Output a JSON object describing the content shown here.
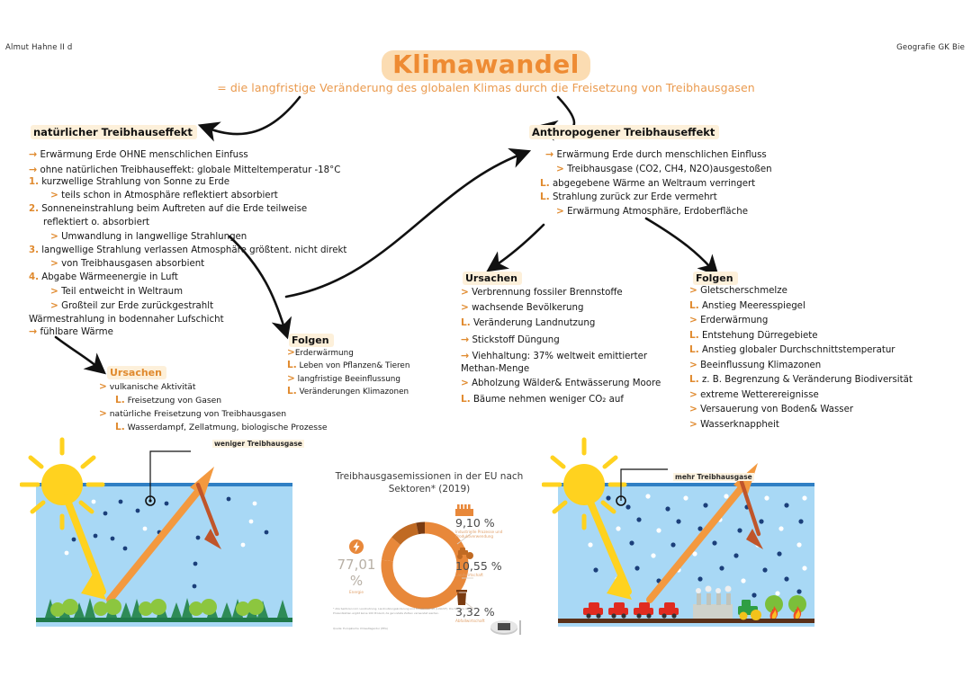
{
  "header": {
    "left": "Almut Hahne II d",
    "right": "Geografie GK Bie"
  },
  "title": "Klimawandel",
  "subtitle": "= die langfristige Veränderung des globalen Klimas durch die Freisetzung von Treibhausgasen",
  "natural": {
    "heading": "natürlicher Treibhauseffekt",
    "lines": [
      {
        "marker": "→",
        "text": "Erwärmung Erde OHNE menschlichen Einfuss",
        "indent": 0
      },
      {
        "marker": "→",
        "text": "ohne natürlichen Treibhauseffekt: globale Mitteltemperatur -18°C",
        "indent": 0
      },
      {
        "marker": "1.",
        "text": "kurzwellige Strahlung von Sonne zu Erde",
        "indent": 0
      },
      {
        "marker": ">",
        "text": "teils schon in Atmosphäre reflektiert absorbiert",
        "indent": 1
      },
      {
        "marker": "2.",
        "text": "Sonneneinstrahlung beim Auftreten auf die Erde teilweise",
        "indent": 0
      },
      {
        "marker": "",
        "text": "reflektiert o. absorbiert",
        "indent": 1
      },
      {
        "marker": ">",
        "text": "Umwandlung in langwellige Strahlungen",
        "indent": 1
      },
      {
        "marker": "3.",
        "text": "langwellige Strahlung verlassen Atmosphäre größtent. nicht direkt",
        "indent": 0
      },
      {
        "marker": ">",
        "text": "von Treibhausgasen absorbient",
        "indent": 1
      },
      {
        "marker": "4.",
        "text": "Abgabe Wärmeenergie in Luft",
        "indent": 0
      },
      {
        "marker": ">",
        "text": "Teil entweicht in Weltraum",
        "indent": 1
      },
      {
        "marker": ">",
        "text": "Großteil zur Erde zurückgestrahlt",
        "indent": 1
      },
      {
        "marker": "",
        "text": "Wärmestrahlung in bodennaher Lufschicht",
        "indent": 0
      },
      {
        "marker": "→",
        "text": "fühlbare Wärme",
        "indent": 0
      }
    ]
  },
  "natural_causes": {
    "heading": "Ursachen",
    "lines": [
      {
        "marker": ">",
        "text": "vulkanische Aktivität",
        "indent": 0
      },
      {
        "marker": "L.",
        "text": "Freisetzung von Gasen",
        "indent": 1
      },
      {
        "marker": ">",
        "text": "natürliche Freisetzung von Treibhausgasen",
        "indent": 0
      },
      {
        "marker": "L.",
        "text": "Wasserdampf, Zellatmung, biologische Prozesse",
        "indent": 1
      }
    ]
  },
  "natural_effects": {
    "heading": "Folgen",
    "lines": [
      {
        "marker": ">",
        "text": "Erderwärmung",
        "indent": 0
      },
      {
        "marker": "L.",
        "text": "Leben von Pflanzen& Tieren",
        "indent": 0
      },
      {
        "marker": ">",
        "text": "langfristige Beeinflussung",
        "indent": 0
      },
      {
        "marker": "L.",
        "text": "Veränderungen Klimazonen",
        "indent": 0
      }
    ]
  },
  "anthropogenic": {
    "heading": "Anthropogener Treibhauseffekt",
    "lines": [
      {
        "marker": "→",
        "text": "Erwärmung Erde durch menschlichen Einfluss",
        "indent": 0
      },
      {
        "marker": ">",
        "text": "Treibhausgase (CO2, CH4, N2O)ausgestoßen",
        "indent": 1
      },
      {
        "marker": "L.",
        "text": "abgegebene Wärme an Weltraum verringert",
        "indent": 0
      },
      {
        "marker": "L.",
        "text": "Strahlung zurück zur Erde vermehrt",
        "indent": 0
      },
      {
        "marker": ">",
        "text": "Erwärmung Atmosphäre, Erdoberfläche",
        "indent": 1
      }
    ]
  },
  "anthro_causes": {
    "heading": "Ursachen",
    "lines": [
      {
        "marker": ">",
        "text": "Verbrennung fossiler Brennstoffe",
        "indent": 0
      },
      {
        "marker": ">",
        "text": "wachsende Bevölkerung",
        "indent": 0
      },
      {
        "marker": "L.",
        "text": "Veränderung Landnutzung",
        "indent": 0
      },
      {
        "marker": "→",
        "text": "Stickstoff Düngung",
        "indent": 0
      },
      {
        "marker": "→",
        "text": "Viehhaltung: 37% weltweit emittierter",
        "indent": 0
      },
      {
        "marker": "",
        "text": "Methan-Menge",
        "indent": 0
      },
      {
        "marker": ">",
        "text": "Abholzung Wälder& Entwässerung Moore",
        "indent": 0
      },
      {
        "marker": "L.",
        "text": "Bäume nehmen weniger CO₂ auf",
        "indent": 0
      }
    ]
  },
  "anthro_effects": {
    "heading": "Folgen",
    "lines": [
      {
        "marker": ">",
        "text": "Gletscherschmelze",
        "indent": 0
      },
      {
        "marker": "L.",
        "text": "Anstieg Meeresspiegel",
        "indent": 0
      },
      {
        "marker": ">",
        "text": "Erderwärmung",
        "indent": 0
      },
      {
        "marker": "L.",
        "text": "Entstehung Dürregebiete",
        "indent": 0
      },
      {
        "marker": "L.",
        "text": "Anstieg globaler Durchschnittstemperatur",
        "indent": 0
      },
      {
        "marker": ">",
        "text": "Beeinflussung Klimazonen",
        "indent": 0
      },
      {
        "marker": "L.",
        "text": "z. B. Begrenzung & Veränderung Biodiversität",
        "indent": 0
      },
      {
        "marker": ">",
        "text": "extreme Wetterereignisse",
        "indent": 0
      },
      {
        "marker": ">",
        "text": "Versauerung von Boden& Wasser",
        "indent": 0
      },
      {
        "marker": ">",
        "text": "Wasserknappheit",
        "indent": 0
      }
    ]
  },
  "illustration_left": {
    "label": "weniger Treibhausgase"
  },
  "illustration_right": {
    "label": "mehr Treibhausgase"
  },
  "chart_data": {
    "type": "pie",
    "title": "Treibhausgasemissionen in der EU nach Sektoren* (2019)",
    "categories": [
      "Energie",
      "Industrielle Prozesse und Produktverwendung",
      "Landwirtschaft",
      "Abfallwirtschaft"
    ],
    "values": [
      77.01,
      9.1,
      10.55,
      3.32
    ],
    "labels": [
      "77,01 %",
      "9,10 %",
      "10,55 %",
      "3,32 %"
    ],
    "colors": [
      "#E8883A",
      "#E8883A",
      "#B5651D",
      "#7A3B11"
    ],
    "legend_position": "right",
    "footnote": "* Alle Sektoren inkl. Landnutzung, Landnutzungsänderung und Forstwirtschaft (LULUCF). Die Summe der Prozentzahlen ergibt keine 100 Prozent, da gerundete Zahlen verwendet werden.",
    "source": "Quelle: Europäische Umweltagentur (EEA)",
    "sector_icons": [
      "energy-icon",
      "factory-icon",
      "tractor-icon",
      "trashbin-icon"
    ]
  }
}
